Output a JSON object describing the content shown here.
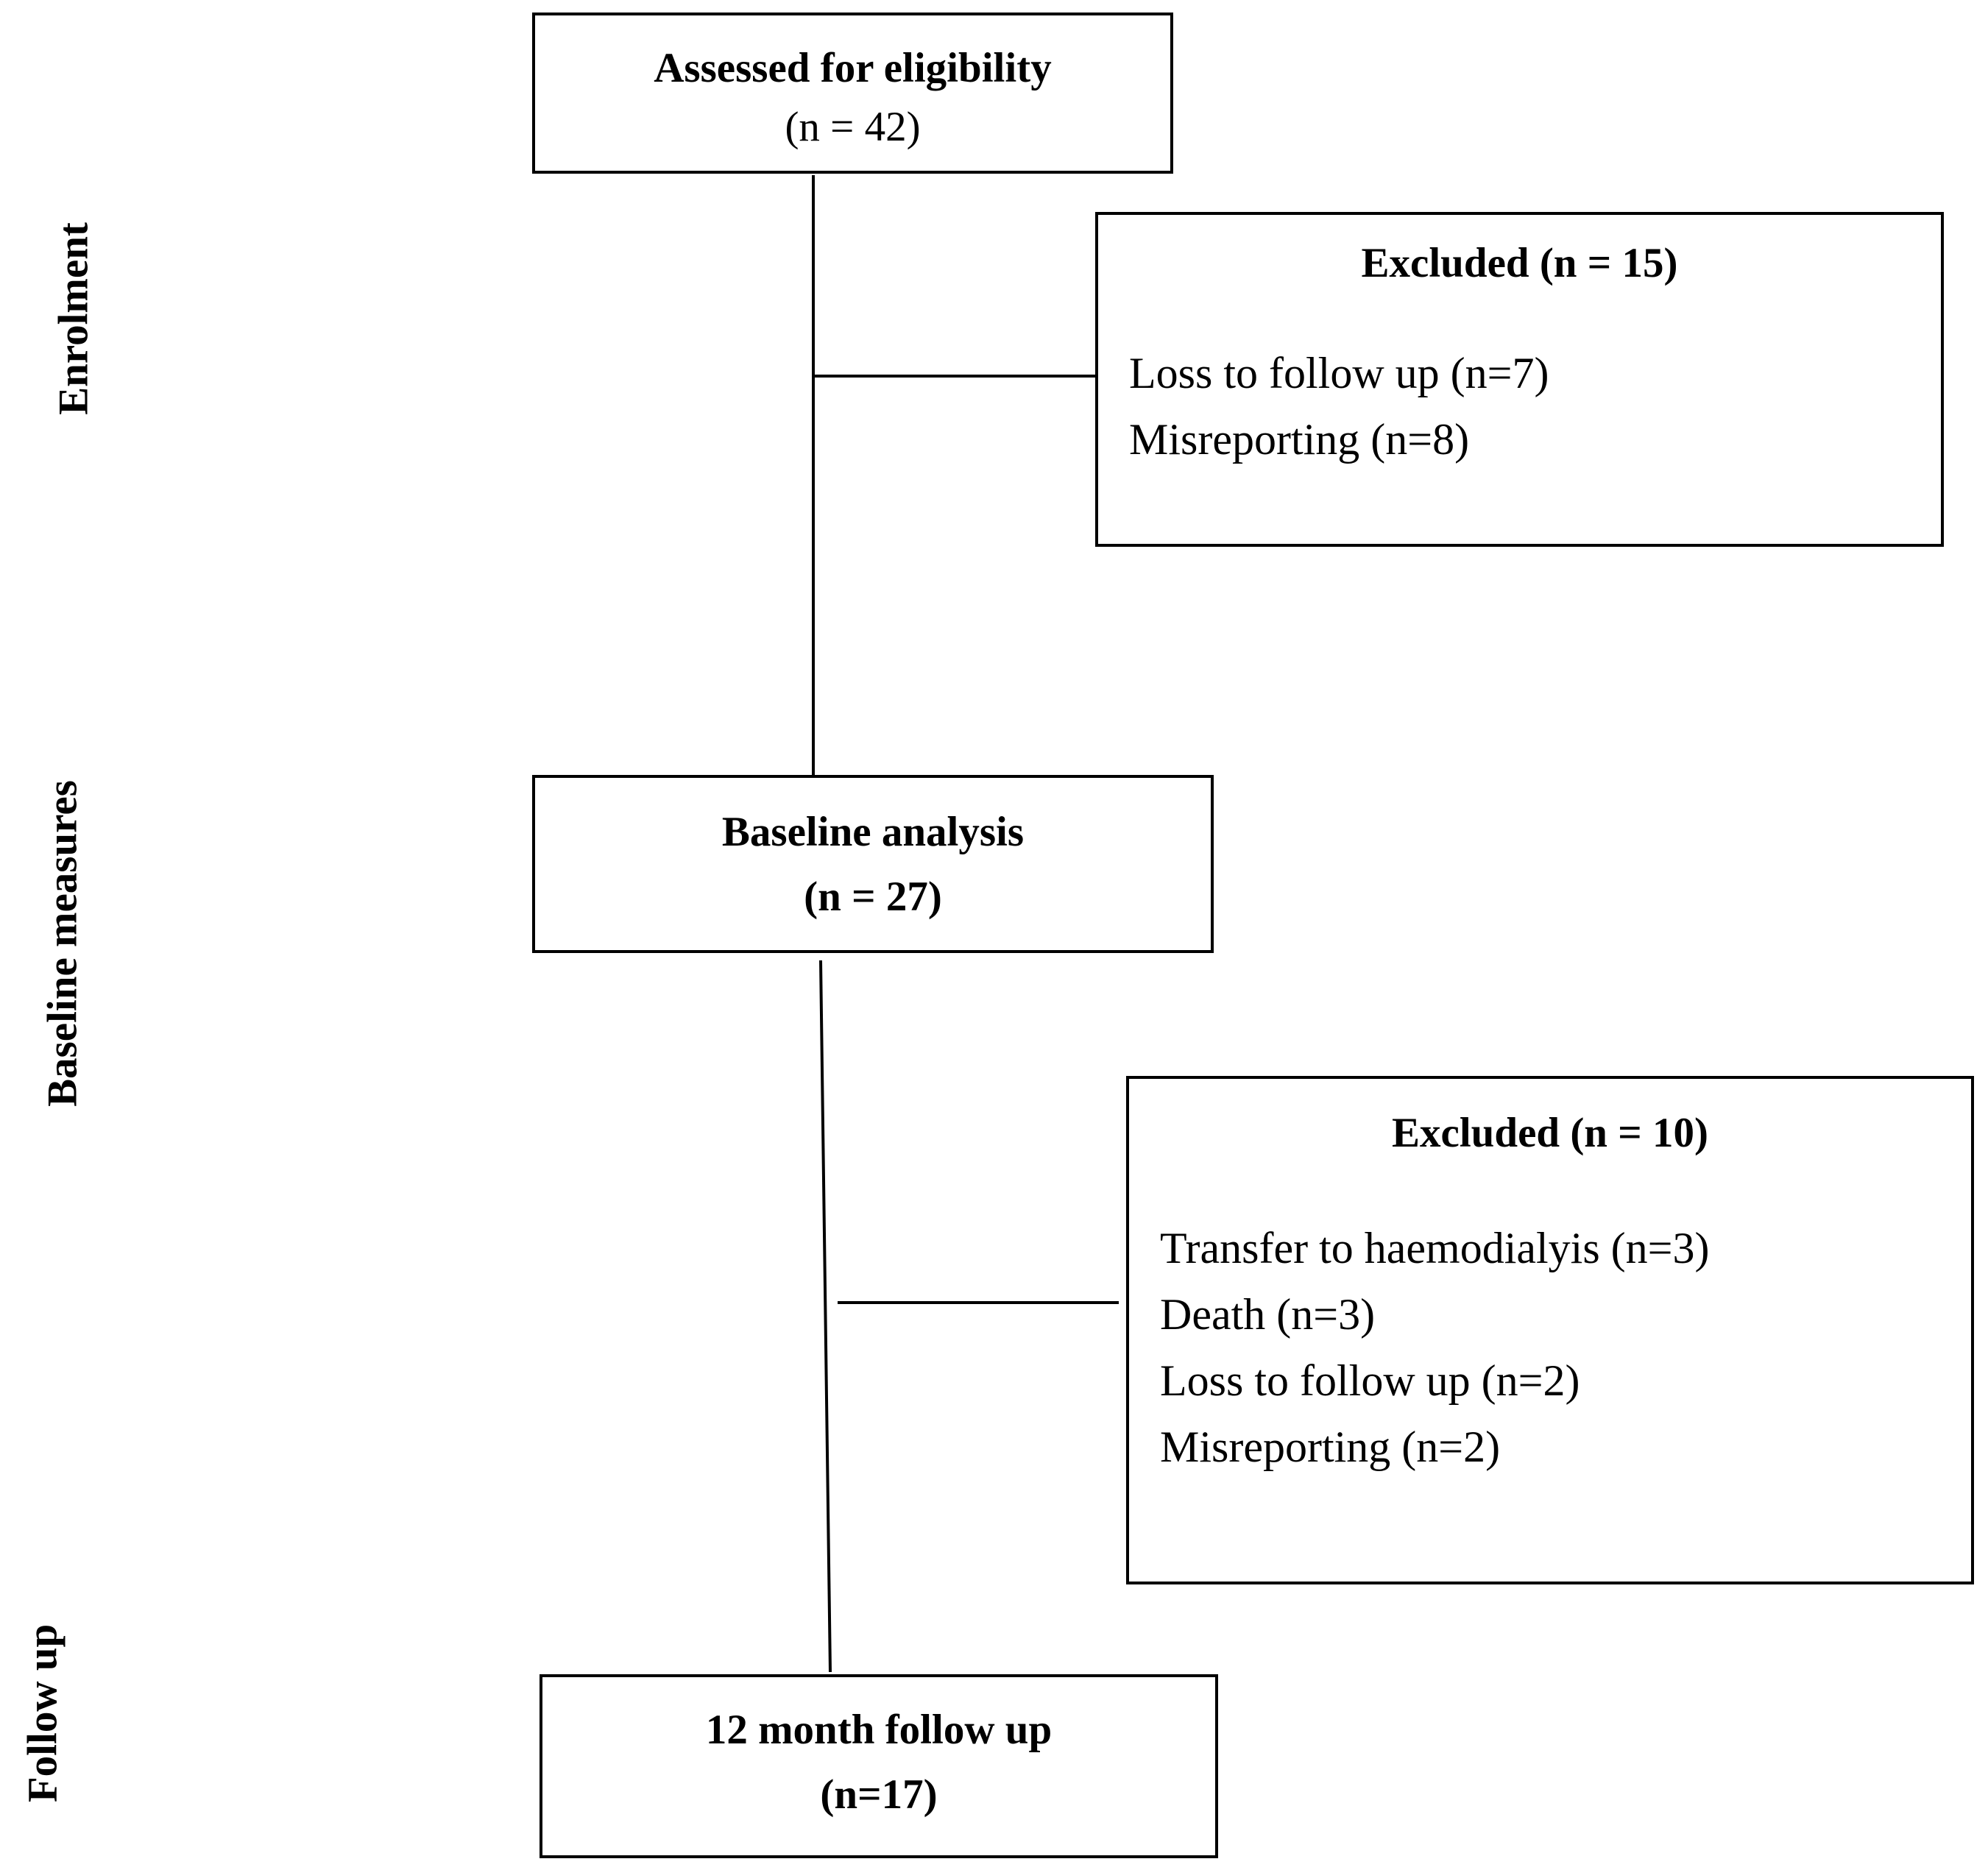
{
  "phases": {
    "enrolment": "Enrolment",
    "baseline": "Baseline measures",
    "followup": "Follow up"
  },
  "boxes": {
    "assessed": {
      "title": "Assessed for eligibility",
      "count": "(n = 42)"
    },
    "excluded_1": {
      "title": "Excluded (n = 15)",
      "items": [
        "Loss to follow up (n=7)",
        "Misreporting (n=8)"
      ]
    },
    "baseline": {
      "title": "Baseline analysis",
      "count": "(n = 27)"
    },
    "excluded_2": {
      "title": "Excluded (n = 10)",
      "items": [
        "Transfer to haemodialyis (n=3)",
        "Death (n=3)",
        "Loss to follow up (n=2)",
        "Misreporting (n=2)"
      ]
    },
    "followup": {
      "title": "12 month follow up",
      "count": "(n=17)"
    }
  }
}
